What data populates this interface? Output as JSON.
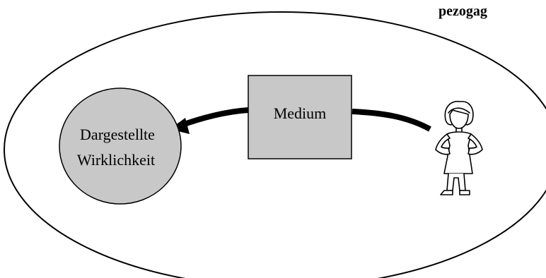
{
  "diagram": {
    "top_partial_text": "pezogag",
    "medium_label": "Medium",
    "reality_label_line1": "Dargestellte",
    "reality_label_line2": "Wirklichkeit",
    "person_icon": "person-figure-icon"
  },
  "colors": {
    "medium_fill": "#c8c8c8",
    "reality_fill": "#c8c8c8",
    "stroke": "#000000",
    "background": "#ffffff"
  }
}
